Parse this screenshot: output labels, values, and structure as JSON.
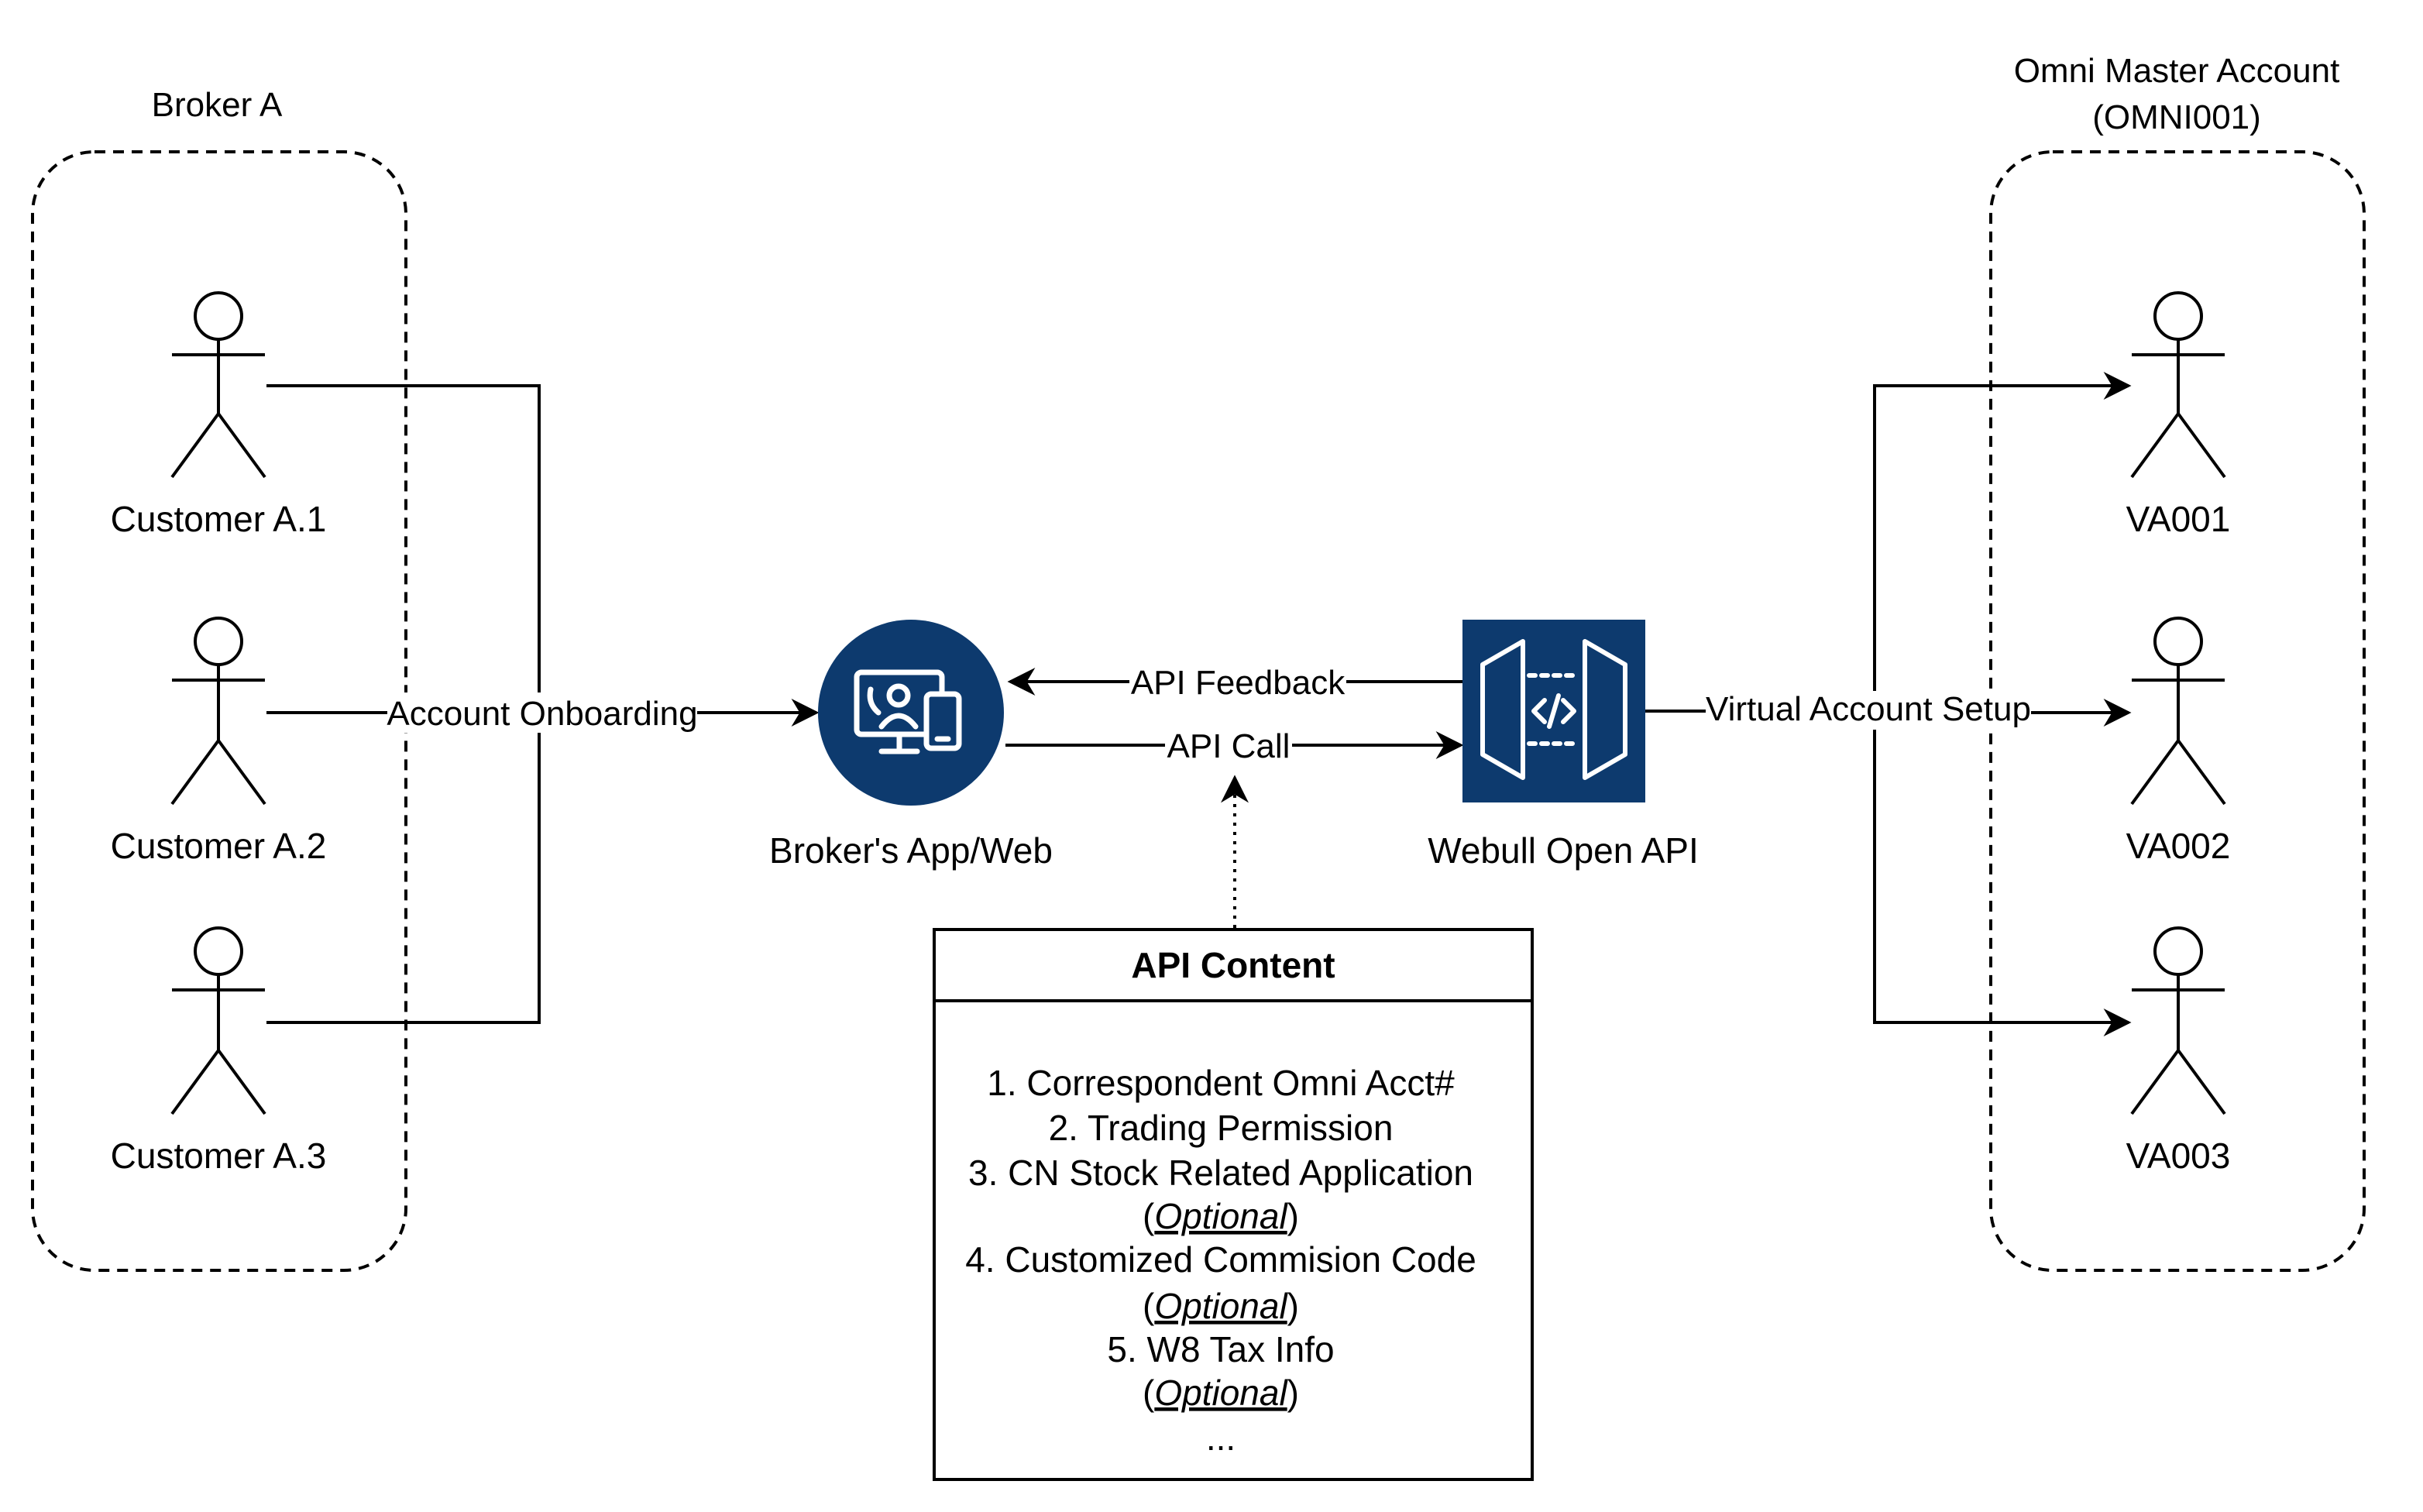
{
  "broker_group": {
    "title": "Broker A"
  },
  "omni_group": {
    "title_line1": "Omni Master Account",
    "title_line2": "(OMNI001)"
  },
  "customers": [
    {
      "label": "Customer A.1"
    },
    {
      "label": "Customer A.2"
    },
    {
      "label": "Customer A.3"
    }
  ],
  "virtual_accounts": [
    {
      "label": "VA001"
    },
    {
      "label": "VA002"
    },
    {
      "label": "VA003"
    }
  ],
  "broker_app": {
    "label": "Broker's App/Web",
    "icon": "devices-icon",
    "color": "#0d3a6e"
  },
  "webull_api": {
    "label": "Webull Open API",
    "icon": "api-gateway-icon",
    "color": "#0d3a6e"
  },
  "edges": {
    "account_onboarding": "Account Onboarding",
    "api_feedback": "API Feedback",
    "api_call": "API Call",
    "virtual_account_setup": "Virtual Account Setup"
  },
  "api_content": {
    "title": "API Content",
    "items": [
      "1. Correspondent Omni Acct#",
      "2. Trading Permission",
      "3. CN Stock Related Application",
      "4. Customized Commision Code",
      "5. W8 Tax Info"
    ],
    "optional_open": "(",
    "optional_word": "Optional",
    "optional_close": ")",
    "ellipsis": "..."
  }
}
